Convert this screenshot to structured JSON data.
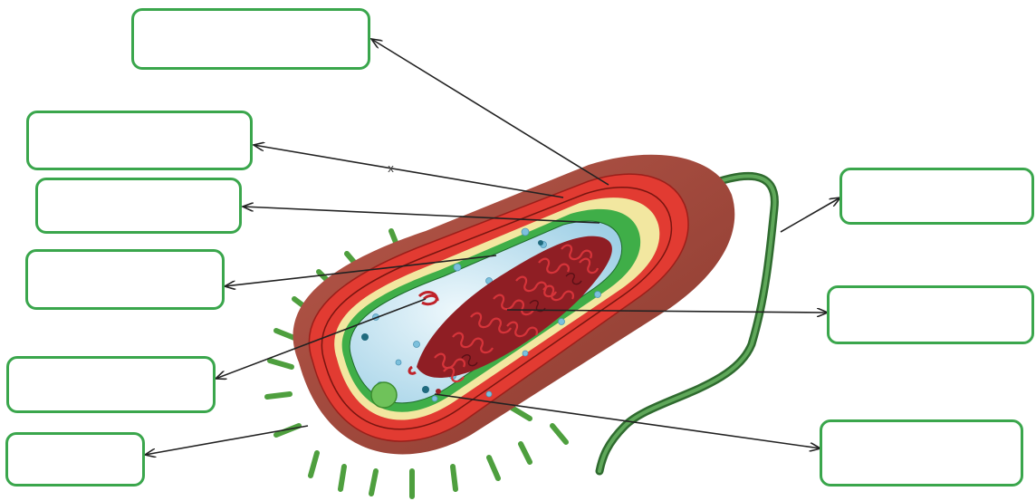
{
  "diagram": {
    "labels": [
      {
        "id": "label-top",
        "text": ""
      },
      {
        "id": "label-left-1",
        "text": ""
      },
      {
        "id": "label-left-2",
        "text": ""
      },
      {
        "id": "label-left-3",
        "text": ""
      },
      {
        "id": "label-left-4",
        "text": ""
      },
      {
        "id": "label-left-5",
        "text": ""
      },
      {
        "id": "label-right-1",
        "text": ""
      },
      {
        "id": "label-right-2",
        "text": ""
      },
      {
        "id": "label-right-3",
        "text": ""
      }
    ],
    "stray_mark": "x",
    "colors": {
      "box_border": "#3aa64c",
      "capsule": "#a8473a",
      "cell_wall": "#e23b32",
      "membrane_yellow": "#f2e7a0",
      "membrane_green": "#3fae48",
      "cytoplasm": "#cde7f2",
      "dna": "#b3262a",
      "flagellum": "#3c7a3c",
      "pili": "#4e9f3e",
      "arrow": "#222222"
    }
  }
}
